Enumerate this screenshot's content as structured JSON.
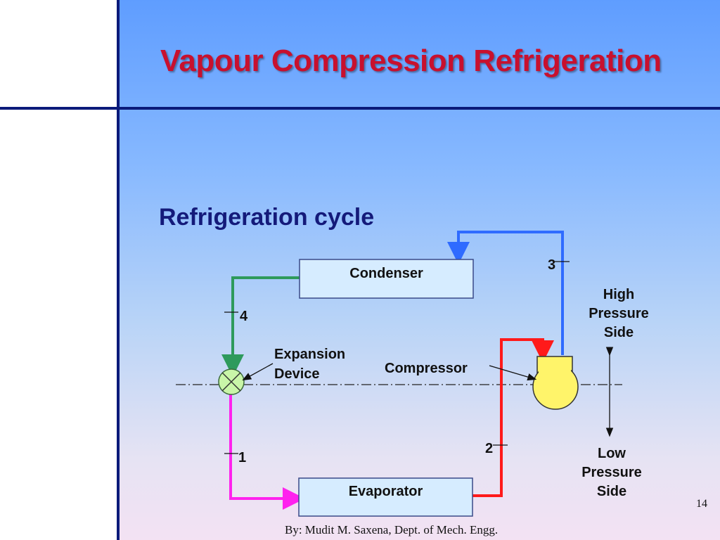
{
  "slide": {
    "title": "Vapour Compression Refrigeration",
    "subtitle": "Refrigeration cycle",
    "page_number": "14",
    "footer": "By: Mudit M. Saxena, Dept. of Mech. Engg."
  },
  "diagram": {
    "components": {
      "condenser": "Condenser",
      "evaporator": "Evaporator",
      "expansion_device": [
        "Expansion",
        "Device"
      ],
      "compressor": "Compressor"
    },
    "state_points": [
      "1",
      "2",
      "3",
      "4"
    ],
    "sides": {
      "high": [
        "High",
        "Pressure",
        "Side"
      ],
      "low": [
        "Low",
        "Pressure",
        "Side"
      ]
    },
    "colors": {
      "line_3_blue": "#2f6bff",
      "line_4_green": "#2e9a5c",
      "line_1_magenta": "#ff22ee",
      "line_2_red": "#ff1a1a",
      "box_fill": "#d6ecff",
      "compressor_fill": "#fff46a",
      "expansion_fill": "#c9f5a8"
    }
  }
}
